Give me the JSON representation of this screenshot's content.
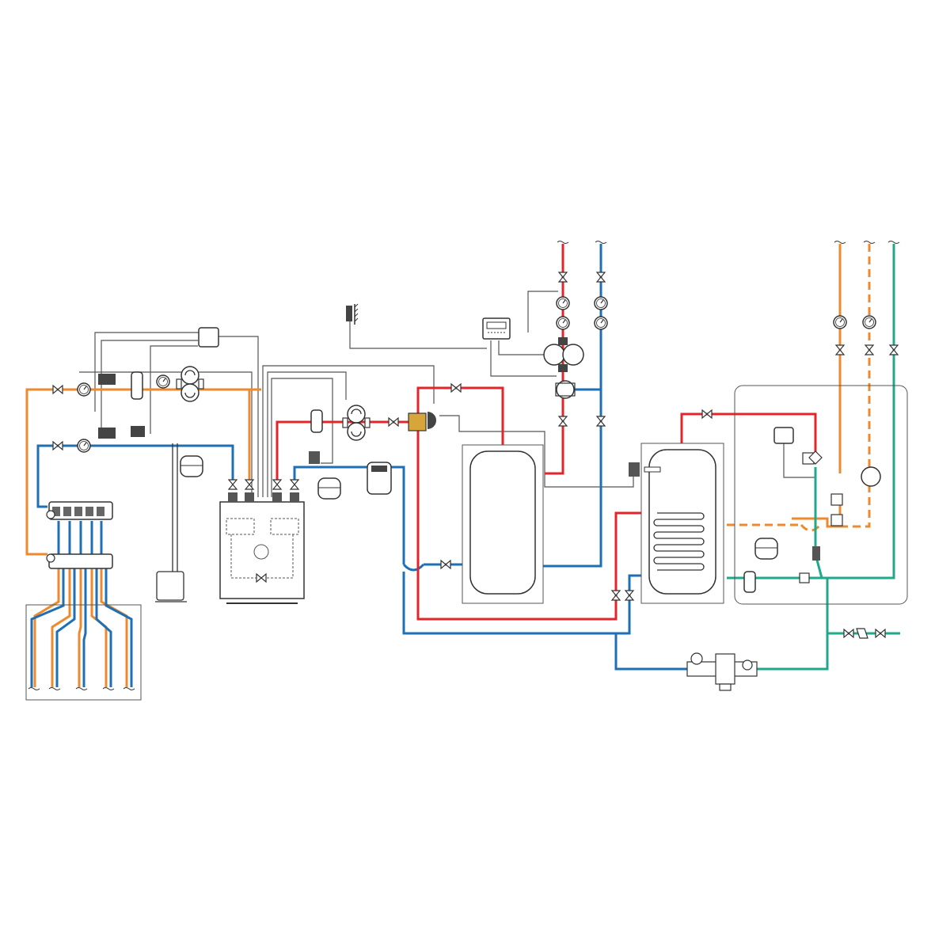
{
  "diagram": {
    "type": "hydraulic-schematic",
    "labels": [],
    "colors": {
      "hot": "#e3242b",
      "cold": "#1f6fb5",
      "heating": "#ee8a2e",
      "potable": "#1fa98a",
      "wiring": "#555555",
      "outline": "#333333",
      "background": "#ffffff"
    },
    "components": [
      {
        "name": "floor-heating-manifold",
        "icon": "manifold-icon"
      },
      {
        "name": "floor-heating-loops",
        "icon": "underfloor-loops-icon"
      },
      {
        "name": "heat-pump-unit",
        "icon": "heat-pump-icon"
      },
      {
        "name": "buffer-tank",
        "icon": "tank-icon"
      },
      {
        "name": "dhw-storage-tank",
        "icon": "coil-tank-icon"
      },
      {
        "name": "expansion-vessel",
        "icon": "expansion-vessel-icon"
      },
      {
        "name": "circulation-pump",
        "icon": "pump-icon"
      },
      {
        "name": "mixing-valve",
        "icon": "three-way-valve-icon"
      },
      {
        "name": "controller",
        "icon": "controller-icon"
      },
      {
        "name": "outdoor-sensor",
        "icon": "sensor-icon"
      },
      {
        "name": "safety-group",
        "icon": "safety-group-icon"
      },
      {
        "name": "condensate-tank",
        "icon": "tank-small-icon"
      }
    ]
  }
}
